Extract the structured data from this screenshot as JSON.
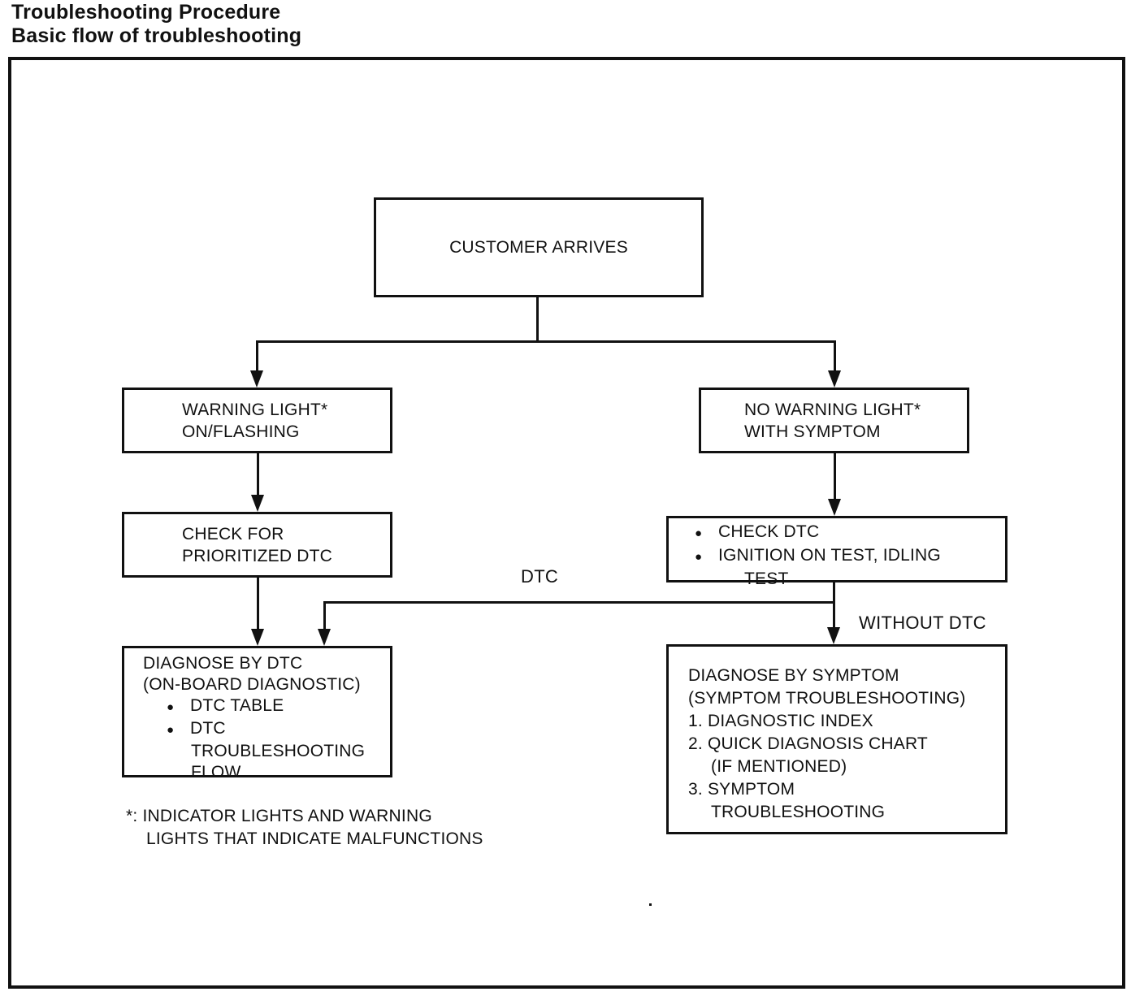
{
  "page_title": {
    "line1": "Troubleshooting Procedure",
    "line2": "Basic flow of troubleshooting"
  },
  "glyphs": {
    "bullet": "●"
  },
  "nodes": {
    "customer_arrives": {
      "label": "CUSTOMER ARRIVES"
    },
    "warning_light": {
      "lines": [
        "WARNING LIGHT*",
        "ON/FLASHING"
      ]
    },
    "no_warning_light": {
      "lines": [
        "NO WARNING LIGHT*",
        "WITH SYMPTOM"
      ]
    },
    "check_prioritized_dtc": {
      "lines": [
        "CHECK FOR",
        "PRIORITIZED DTC"
      ]
    },
    "check_dtc": {
      "bullet_items": [
        "CHECK DTC",
        "IGNITION ON TEST, IDLING"
      ],
      "continuation": "TEST"
    },
    "diagnose_by_dtc": {
      "title_lines": [
        "DIAGNOSE BY DTC",
        "(ON-BOARD DIAGNOSTIC)"
      ],
      "bullet_items": [
        "DTC TABLE",
        "DTC"
      ],
      "continuation_lines": [
        "TROUBLESHOOTING",
        "FLOW"
      ]
    },
    "diagnose_by_symptom": {
      "title_lines": [
        "DIAGNOSE BY SYMPTOM",
        "(SYMPTOM TROUBLESHOOTING)"
      ],
      "items": [
        "1. DIAGNOSTIC INDEX",
        "2. QUICK DIAGNOSIS CHART",
        "(IF MENTIONED)",
        "3. SYMPTOM",
        "TROUBLESHOOTING"
      ]
    }
  },
  "edge_labels": {
    "dtc": "DTC",
    "without_dtc": "WITHOUT DTC"
  },
  "footnote": {
    "line1": "*: INDICATOR LIGHTS AND WARNING",
    "line2": "LIGHTS THAT INDICATE MALFUNCTIONS"
  },
  "colors": {
    "ink": "#111111",
    "background": "#ffffff"
  }
}
